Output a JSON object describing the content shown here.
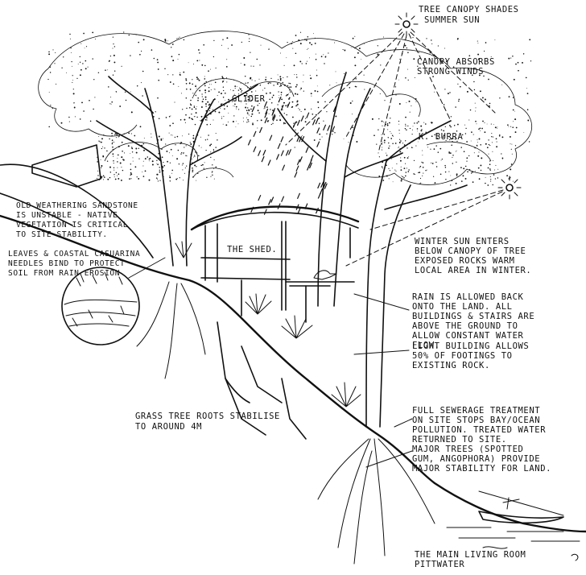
{
  "labels": {
    "tree_canopy": [
      "TREE CANOPY SHADES",
      "SUMMER SUN"
    ],
    "canopy_absorbs": [
      "CANOPY ABSORBS",
      "STRONG WINDS"
    ],
    "glider": "GLIDER",
    "k_burra": "K. BURRA",
    "sandstone": [
      "OLD WEATHERING SANDSTONE",
      "IS UNSTABLE - NATIVE",
      "VEGETATION IS CRITICAL",
      "TO SITE STABILITY."
    ],
    "leaves": [
      "LEAVES & COASTAL CASUARINA",
      "NEEDLES BIND TO PROTECT",
      "SOIL FROM RAIN EROSION"
    ],
    "the_shed": "THE SHED.",
    "winter_sun": [
      "WINTER SUN ENTERS",
      "BELOW CANOPY OF TREE",
      "EXPOSED ROCKS WARM",
      "LOCAL AREA IN WINTER."
    ],
    "rain": [
      "RAIN IS ALLOWED BACK",
      "ONTO THE LAND. ALL",
      "BUILDINGS & STAIRS ARE",
      "ABOVE THE GROUND TO",
      "ALLOW CONSTANT WATER",
      "FLOW."
    ],
    "light_building": [
      "LIGHT BUILDING ALLOWS",
      "50% OF FOOTINGS TO",
      "EXISTING ROCK."
    ],
    "grasstree": [
      "GRASS TREE ROOTS STABILISE",
      "TO AROUND 4M"
    ],
    "sewerage": [
      "FULL SEWERAGE TREATMENT",
      "ON SITE STOPS BAY/OCEAN",
      "POLLUTION. TREATED WATER",
      "RETURNED TO SITE."
    ],
    "major_trees": [
      "MAJOR TREES (SPOTTED",
      "GUM, ANGOPHORA) PROVIDE",
      "MAJOR STABILITY FOR LAND."
    ],
    "main_living": [
      "THE MAIN LIVING ROOM",
      "PITTWATER"
    ]
  },
  "colors": {
    "ink": "#111111",
    "paper": "#ffffff"
  }
}
